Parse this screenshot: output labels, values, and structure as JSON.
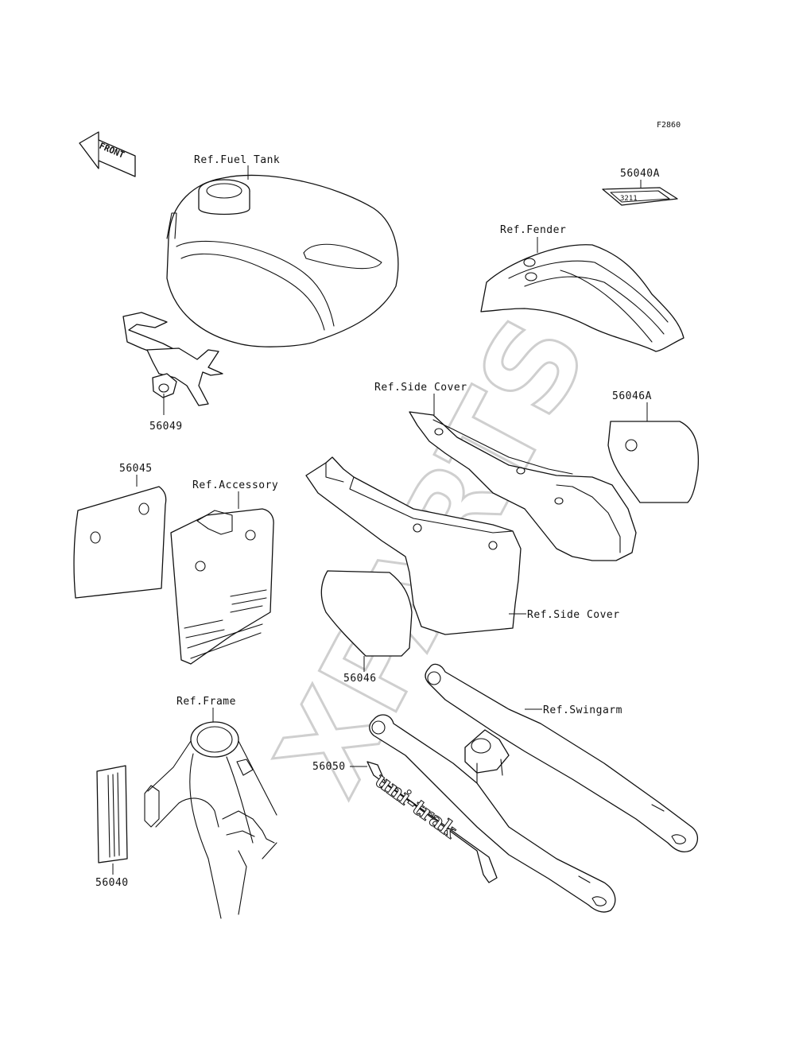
{
  "figure_code": "F2860",
  "watermark": "XPARTS",
  "labels": {
    "fuel_tank": "Ref.Fuel Tank",
    "fender": "Ref.Fender",
    "side_cover_upper": "Ref.Side Cover",
    "side_cover_lower": "Ref.Side Cover",
    "accessory": "Ref.Accessory",
    "frame": "Ref.Frame",
    "swingarm": "Ref.Swingarm"
  },
  "part_numbers": {
    "p56040A": "56040A",
    "p56049": "56049",
    "p56046A": "56046A",
    "p56045": "56045",
    "p56046": "56046",
    "p56050": "56050",
    "p56040": "56040"
  },
  "decals": {
    "front_arrow": "FRONT",
    "decal_56040A": "3211",
    "decal_56050": "uni-trak"
  }
}
